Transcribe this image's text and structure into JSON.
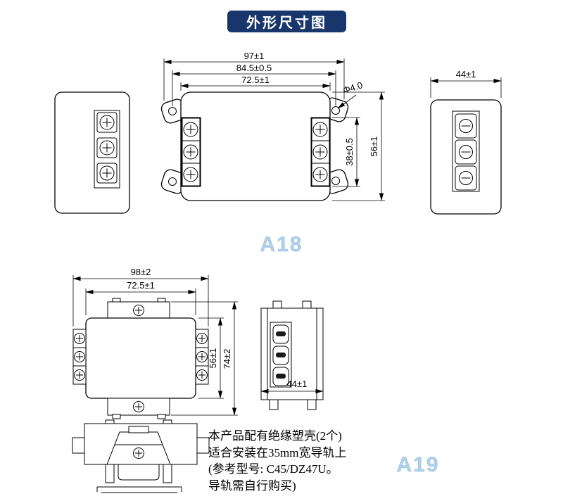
{
  "title": "外形尺寸图",
  "colors": {
    "badge_bg": "#18366b",
    "line": "#000000",
    "watermark": "#b0cfe9"
  },
  "top_drawing": {
    "model_label": "A18",
    "dims": {
      "overall_width": "97±1",
      "mounting_hole_span": "84.5±0.5",
      "body_width": "72.5±1",
      "mounting_hole_diameter": "Φ4.0",
      "terminal_section_height": "38±0.5",
      "body_height": "56±1",
      "depth": "44±1"
    }
  },
  "bottom_drawing": {
    "model_label": "A19",
    "dims": {
      "overall_width": "98±2",
      "body_width": "72.5±1",
      "body_height": "56±1",
      "overall_height": "74±2",
      "depth": "44±1"
    },
    "note_lines": [
      "本产品配有绝缘塑壳(2个)",
      "适合安装在35mm宽导轨上",
      "(参考型号: C45/DZ47U。",
      "导轨需自行购买)"
    ]
  }
}
